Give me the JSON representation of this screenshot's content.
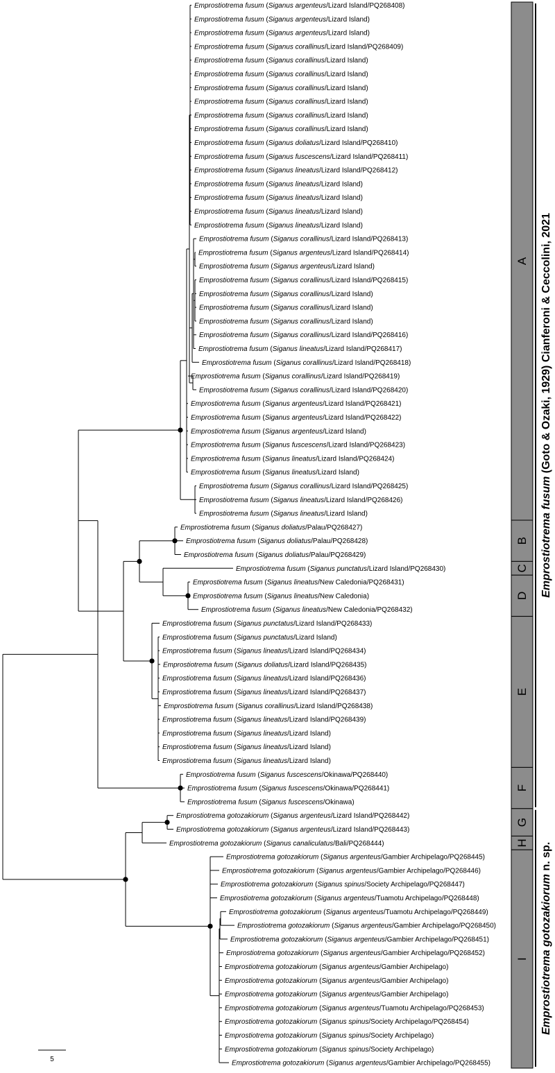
{
  "genus_label": "Emprostiotrema",
  "species": {
    "fusum": "fusum",
    "gotozakiorum": "gotozakiorum"
  },
  "leaves": [
    {
      "host": "Siganus argenteus",
      "loc": "Lizard Island",
      "acc": "PQ268408"
    },
    {
      "host": "Siganus argenteus",
      "loc": "Lizard Island",
      "acc": ""
    },
    {
      "host": "Siganus argenteus",
      "loc": "Lizard Island",
      "acc": ""
    },
    {
      "host": "Siganus corallinus",
      "loc": "Lizard Island",
      "acc": "PQ268409"
    },
    {
      "host": "Siganus corallinus",
      "loc": "Lizard Island",
      "acc": ""
    },
    {
      "host": "Siganus corallinus",
      "loc": "Lizard Island",
      "acc": ""
    },
    {
      "host": "Siganus corallinus",
      "loc": "Lizard Island",
      "acc": ""
    },
    {
      "host": "Siganus corallinus",
      "loc": "Lizard Island",
      "acc": ""
    },
    {
      "host": "Siganus corallinus",
      "loc": "Lizard Island",
      "acc": ""
    },
    {
      "host": "Siganus corallinus",
      "loc": "Lizard Island",
      "acc": ""
    },
    {
      "host": "Siganus doliatus",
      "loc": "Lizard Island",
      "acc": "PQ268410"
    },
    {
      "host": "Siganus fuscescens",
      "loc": "Lizard Island",
      "acc": "PQ268411"
    },
    {
      "host": "Siganus lineatus",
      "loc": "Lizard Island",
      "acc": "PQ268412"
    },
    {
      "host": "Siganus lineatus",
      "loc": "Lizard Island",
      "acc": ""
    },
    {
      "host": "Siganus lineatus",
      "loc": "Lizard Island",
      "acc": ""
    },
    {
      "host": "Siganus lineatus",
      "loc": "Lizard Island",
      "acc": ""
    },
    {
      "host": "Siganus lineatus",
      "loc": "Lizard Island",
      "acc": ""
    },
    {
      "host": "Siganus corallinus",
      "loc": "Lizard Island",
      "acc": "PQ268413"
    },
    {
      "host": "Siganus argenteus",
      "loc": "Lizard Island",
      "acc": "PQ268414"
    },
    {
      "host": "Siganus argenteus",
      "loc": "Lizard Island",
      "acc": ""
    },
    {
      "host": "Siganus corallinus",
      "loc": "Lizard Island",
      "acc": "PQ268415"
    },
    {
      "host": "Siganus corallinus",
      "loc": "Lizard Island",
      "acc": ""
    },
    {
      "host": "Siganus corallinus",
      "loc": "Lizard Island",
      "acc": ""
    },
    {
      "host": "Siganus corallinus",
      "loc": "Lizard Island",
      "acc": ""
    },
    {
      "host": "Siganus corallinus",
      "loc": "Lizard Island",
      "acc": "PQ268416"
    },
    {
      "host": "Siganus lineatus",
      "loc": "Lizard Island",
      "acc": "PQ268417"
    },
    {
      "host": "Siganus corallinus",
      "loc": "Lizard Island",
      "acc": "PQ268418"
    },
    {
      "host": "Siganus corallinus",
      "loc": "Lizard Island",
      "acc": "PQ268419"
    },
    {
      "host": "Siganus corallinus",
      "loc": "Lizard Island",
      "acc": "PQ268420"
    },
    {
      "host": "Siganus argenteus",
      "loc": "Lizard Island",
      "acc": "PQ268421"
    },
    {
      "host": "Siganus argenteus",
      "loc": "Lizard Island",
      "acc": "PQ268422"
    },
    {
      "host": "Siganus argenteus",
      "loc": "Lizard Island",
      "acc": ""
    },
    {
      "host": "Siganus fuscescens",
      "loc": "Lizard Island",
      "acc": "PQ268423"
    },
    {
      "host": "Siganus lineatus",
      "loc": "Lizard Island",
      "acc": "PQ268424"
    },
    {
      "host": "Siganus lineatus",
      "loc": "Lizard Island",
      "acc": ""
    },
    {
      "host": "Siganus corallinus",
      "loc": "Lizard Island",
      "acc": "PQ268425"
    },
    {
      "host": "Siganus lineatus",
      "loc": "Lizard Island",
      "acc": "PQ268426"
    },
    {
      "host": "Siganus lineatus",
      "loc": "Lizard Island",
      "acc": ""
    },
    {
      "host": "Siganus doliatus",
      "loc": "Palau",
      "acc": "PQ268427"
    },
    {
      "host": "Siganus doliatus",
      "loc": "Palau",
      "acc": "PQ268428"
    },
    {
      "host": "Siganus doliatus",
      "loc": "Palau",
      "acc": "PQ268429"
    },
    {
      "host": "Siganus punctatus",
      "loc": "Lizard Island",
      "acc": "PQ268430"
    },
    {
      "host": "Siganus lineatus",
      "loc": "New Caledonia",
      "acc": "PQ268431"
    },
    {
      "host": "Siganus lineatus",
      "loc": "New Caledonia",
      "acc": ""
    },
    {
      "host": "Siganus lineatus",
      "loc": "New Caledonia",
      "acc": "PQ268432"
    },
    {
      "host": "Siganus punctatus",
      "loc": "Lizard Island",
      "acc": "PQ268433"
    },
    {
      "host": "Siganus punctatus",
      "loc": "Lizard Island",
      "acc": ""
    },
    {
      "host": "Siganus lineatus",
      "loc": "Lizard Island",
      "acc": "PQ268434"
    },
    {
      "host": "Siganus doliatus",
      "loc": "Lizard Island",
      "acc": "PQ268435"
    },
    {
      "host": "Siganus lineatus",
      "loc": "Lizard Island",
      "acc": "PQ268436"
    },
    {
      "host": "Siganus lineatus",
      "loc": "Lizard Island",
      "acc": "PQ268437"
    },
    {
      "host": "Siganus corallinus",
      "loc": "Lizard Island",
      "acc": "PQ268438"
    },
    {
      "host": "Siganus lineatus",
      "loc": "Lizard Island",
      "acc": "PQ268439"
    },
    {
      "host": "Siganus lineatus",
      "loc": "Lizard Island",
      "acc": ""
    },
    {
      "host": "Siganus lineatus",
      "loc": "Lizard Island",
      "acc": ""
    },
    {
      "host": "Siganus lineatus",
      "loc": "Lizard Island",
      "acc": ""
    },
    {
      "host": "Siganus fuscescens",
      "loc": "Okinawa",
      "acc": "PQ268440"
    },
    {
      "host": "Siganus fuscescens",
      "loc": "Okinawa",
      "acc": "PQ268441"
    },
    {
      "host": "Siganus fuscescens",
      "loc": "Okinawa",
      "acc": ""
    },
    {
      "host": "Siganus argenteus",
      "loc": "Lizard Island",
      "acc": "PQ268442"
    },
    {
      "host": "Siganus argenteus",
      "loc": "Lizard Island",
      "acc": "PQ268443"
    },
    {
      "host": "Siganus canaliculatus",
      "loc": "Bali",
      "acc": "PQ268444"
    },
    {
      "host": "Siganus argenteus",
      "loc": "Gambier Archipelago",
      "acc": "PQ268445"
    },
    {
      "host": "Siganus argenteus",
      "loc": "Gambier Archipelago",
      "acc": "PQ268446"
    },
    {
      "host": "Siganus spinus",
      "loc": "Society Archipelago",
      "acc": "PQ268447"
    },
    {
      "host": "Siganus argenteus",
      "loc": "Tuamotu Archipelago",
      "acc": "PQ268448"
    },
    {
      "host": "Siganus argenteus",
      "loc": "Tuamotu Archipelago",
      "acc": "PQ268449"
    },
    {
      "host": "Siganus argenteus",
      "loc": "Gambier Archipelago",
      "acc": "PQ268450"
    },
    {
      "host": "Siganus argenteus",
      "loc": "Gambier Archipelago",
      "acc": "PQ268451"
    },
    {
      "host": "Siganus argenteus",
      "loc": "Gambier Archipelago",
      "acc": "PQ268452"
    },
    {
      "host": "Siganus argenteus",
      "loc": "Gambier Archipelago",
      "acc": ""
    },
    {
      "host": "Siganus argenteus",
      "loc": "Gambier Archipelago",
      "acc": ""
    },
    {
      "host": "Siganus argenteus",
      "loc": "Gambier Archipelago",
      "acc": ""
    },
    {
      "host": "Siganus argenteus",
      "loc": "Tuamotu Archipelago",
      "acc": "PQ268453"
    },
    {
      "host": "Siganus spinus",
      "loc": "Society Archipelago",
      "acc": "PQ268454"
    },
    {
      "host": "Siganus spinus",
      "loc": "Society Archipelago",
      "acc": ""
    },
    {
      "host": "Siganus spinus",
      "loc": "Society Archipelago",
      "acc": ""
    },
    {
      "host": "Siganus argenteus",
      "loc": "Gambier Archipelago",
      "acc": "PQ268455"
    }
  ],
  "clades": [
    {
      "label": "A",
      "first": 0,
      "last": 37
    },
    {
      "label": "B",
      "first": 38,
      "last": 40
    },
    {
      "label": "C",
      "first": 41,
      "last": 41
    },
    {
      "label": "D",
      "first": 42,
      "last": 44
    },
    {
      "label": "E",
      "first": 45,
      "last": 55
    },
    {
      "label": "F",
      "first": 56,
      "last": 58
    },
    {
      "label": "G",
      "first": 59,
      "last": 60
    },
    {
      "label": "H",
      "first": 61,
      "last": 61
    },
    {
      "label": "I",
      "first": 62,
      "last": 77
    }
  ],
  "species_labels": [
    {
      "genus": "Emprostiotrema",
      "epithet": "fusum",
      "authority": "(Goto & Ozaki, 1929) Cianferoni & Ceccolini, 2021",
      "first": 0,
      "last": 58
    },
    {
      "genus": "Emprostiotrema",
      "epithet": "gotozakiorum",
      "authority": "n. sp.",
      "first": 59,
      "last": 77
    }
  ],
  "scale_bar": {
    "label": "5",
    "value": 5
  },
  "colors": {
    "clade_fill": "#8c8c8c",
    "line": "#000000",
    "node": "#000000"
  }
}
